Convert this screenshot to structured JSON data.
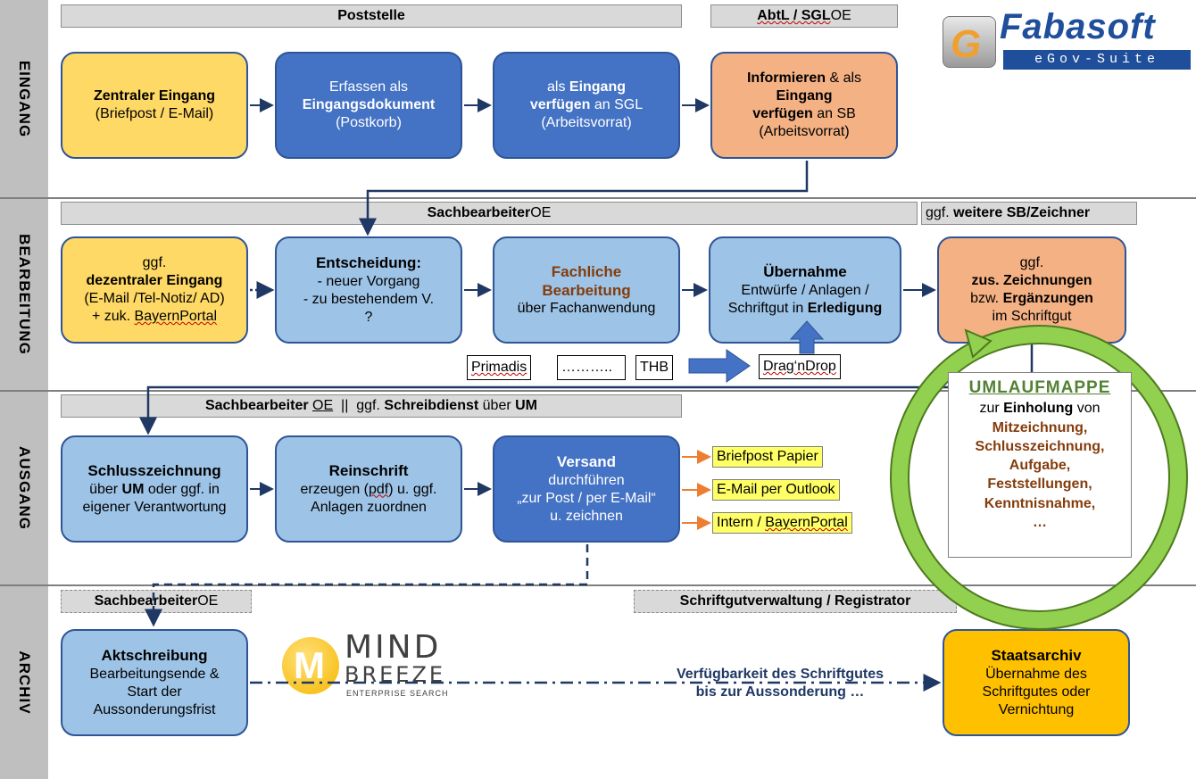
{
  "lanes": {
    "eingang": "EINGANG",
    "bearbeitung": "BEARBEITUNG",
    "ausgang": "AUSGANG",
    "archiv": "ARCHIV"
  },
  "headers": {
    "poststelle": "Poststelle",
    "abtl_bold": "AbtL / SGL",
    "abtl_rest": " OE",
    "sb_bold": "Sachbearbeiter",
    "sb_rest": " OE",
    "weitere_pre": "ggf. ",
    "weitere_bold": "weitere SB/Zeichner",
    "ausgang_bold1": "Sachbearbeiter",
    "ausgang_oe": "OE",
    "ausgang_mid": "  ||  ggf. ",
    "ausgang_bold2": "Schreibdienst",
    "ausgang_mid2": " über ",
    "ausgang_bold3": "UM",
    "archiv_sb_bold": "Sachbearbeiter",
    "archiv_sb_rest": " OE",
    "registrator": "Schriftgutverwaltung / Registrator"
  },
  "logo": {
    "fabasoft": "Fabasoft",
    "egov": "eGov-Suite",
    "mind": "MIND",
    "breeze": "BREEZE",
    "enterprise": "ENTERPRISE SEARCH"
  },
  "eingang": {
    "zentral_bold": "Zentraler Eingang",
    "zentral_sub": "(Briefpost / E-Mail)",
    "erfassen_l1": "Erfassen als",
    "erfassen_bold": "Eingangsdokument",
    "erfassen_l3": "(Postkorb)",
    "sgl_l1a": "als ",
    "sgl_l1b": "Eingang",
    "sgl_l2a": "verfügen",
    "sgl_l2b": " an SGL",
    "sgl_l3": "(Arbeitsvorrat)",
    "sb_l1a": "Informieren",
    "sb_l1b": " & als",
    "sb_l2": "Eingang",
    "sb_l3a": "verfügen",
    "sb_l3b": " an SB",
    "sb_l4": "(Arbeitsvorrat)"
  },
  "bearbeitung": {
    "dez_l1": "ggf.",
    "dez_bold": "dezentraler Eingang",
    "dez_l3": "(E-Mail /Tel-Notiz/ AD)",
    "dez_l4a": "+ zuk. ",
    "dez_l4b": "BayernPortal",
    "ent_bold": "Entscheidung:",
    "ent_l2": "- neuer Vorgang",
    "ent_l3": "- zu bestehendem V.",
    "ent_l4": "?",
    "fach_l1": "Fachliche",
    "fach_l2": "Bearbeitung",
    "fach_l3": "über Fachanwendung",
    "ueb_bold": "Übernahme",
    "ueb_l2": "Entwürfe / Anlagen /",
    "ueb_l3a": "Schriftgut in ",
    "ueb_l3b": "Erledigung",
    "zus_l1": "ggf.",
    "zus_bold": "zus. Zeichnungen",
    "zus_l3a": "bzw. ",
    "zus_l3b": "Ergänzungen",
    "zus_l4": "im Schriftgut",
    "tag_primadis": "Primadis",
    "tag_dots": "………..",
    "tag_thb": "THB",
    "tag_drag": "Drag‘nDrop"
  },
  "umlauf": {
    "title": "UMLAUFMAPPE",
    "l2a": "zur ",
    "l2b": "Einholung",
    "l2c": " von",
    "items": [
      "Mitzeichnung,",
      "Schlusszeichnung,",
      "Aufgabe,",
      "Feststellungen,",
      "Kenntnisnahme,",
      "…"
    ]
  },
  "ausgang": {
    "schluss_bold": "Schlusszeichnung",
    "schluss_l2a": "über ",
    "schluss_l2b": "UM",
    "schluss_l2c": " oder ggf. in",
    "schluss_l3": "eigener Verantwortung",
    "rein_bold": "Reinschrift",
    "rein_l2a": "erzeugen (",
    "rein_l2b": "pdf",
    "rein_l2c": ") u. ggf.",
    "rein_l3": "Anlagen zuordnen",
    "vers_bold": "Versand",
    "vers_l2": "durchführen",
    "vers_l3": "„zur Post / per E-Mail“",
    "vers_l4": "u. zeichnen",
    "out1": "Briefpost Papier",
    "out2": "E-Mail per Outlook",
    "out3a": "Intern / ",
    "out3b": "BayernPortal"
  },
  "archiv": {
    "akt_bold": "Aktschreibung",
    "akt_l2": "Bearbeitungsende &",
    "akt_l3": "Start der",
    "akt_l4": "Aussonderungsfrist",
    "verf_l1": "Verfügbarkeit des Schriftgutes",
    "verf_l2": "bis zur Aussonderung …",
    "staats_bold": "Staatsarchiv",
    "staats_l2": "Übernahme des",
    "staats_l3": "Schriftgutes oder",
    "staats_l4": "Vernichtung"
  },
  "colors": {
    "yellow": "#ffd966",
    "dark_blue": "#4472c4",
    "light_blue": "#9dc3e6",
    "orange": "#f4b183",
    "gold": "#ffc000",
    "green_ring": "#92d050",
    "arrow_navy": "#1f3864",
    "arrow_orange": "#ed7d31"
  }
}
